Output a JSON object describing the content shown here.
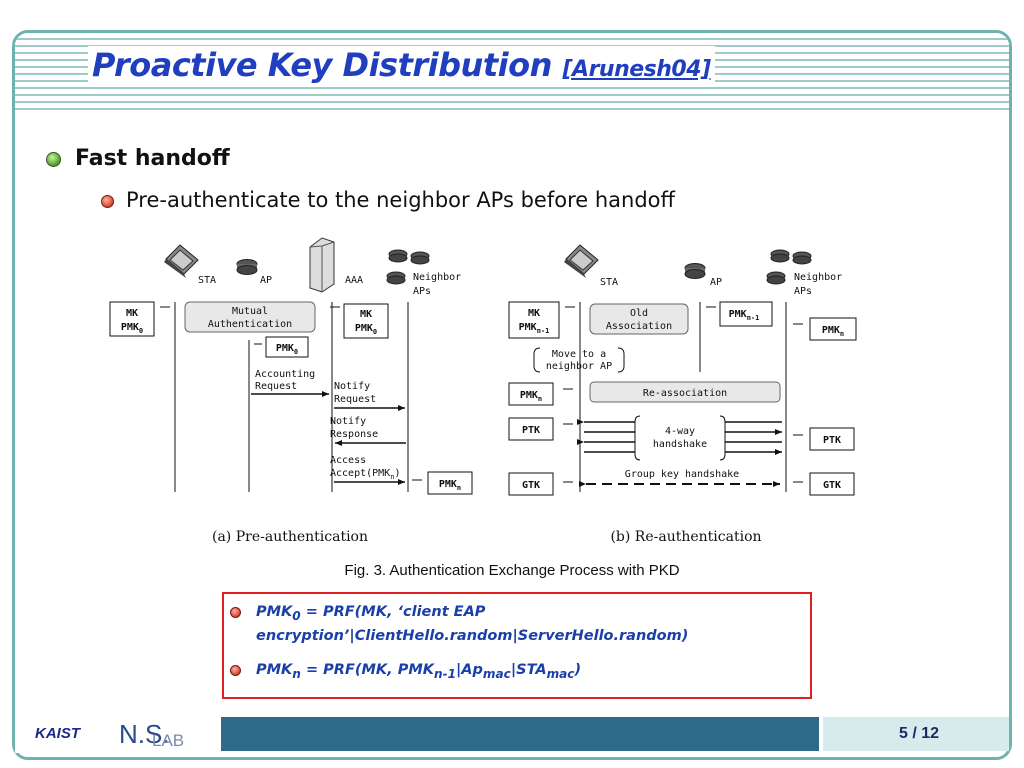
{
  "title": {
    "main": "Proactive Key Distribution",
    "cite": "[Arunesh04]"
  },
  "bullets": {
    "level1": "Fast handoff",
    "level2": "Pre-authenticate to the neighbor APs before handoff"
  },
  "diagram_a": {
    "entities": {
      "sta": "STA",
      "ap": "AP",
      "aaa": "AAA",
      "neighbor_1": "Neighbor",
      "neighbor_2": "APs"
    },
    "sta_keys": {
      "mk": "MK",
      "pmk": "PMK",
      "pmk_sub": "0"
    },
    "mutual_1": "Mutual",
    "mutual_2": "Authentication",
    "aaa_keys": {
      "mk": "MK",
      "pmk": "PMK",
      "pmk_sub": "0"
    },
    "ap_pmk": {
      "t": "PMK",
      "s": "0"
    },
    "acct_1": "Accounting",
    "acct_2": "Request",
    "notify_req_1": "Notify",
    "notify_req_2": "Request",
    "notify_resp_1": "Notify",
    "notify_resp_2": "Response",
    "access_1": "Access",
    "access_2": "Accept(PMK",
    "access_sub": "n",
    "access_close": ")",
    "nb_pmk": {
      "t": "PMK",
      "s": "n"
    },
    "caption": "(a) Pre-authentication"
  },
  "diagram_b": {
    "entities": {
      "sta": "STA",
      "ap": "AP",
      "neighbor_1": "Neighbor",
      "neighbor_2": "APs"
    },
    "sta_keys": {
      "mk": "MK",
      "pmk": "PMK",
      "pmk_sub": "n-1"
    },
    "old_1": "Old",
    "old_2": "Association",
    "ap_pmk": {
      "t": "PMK",
      "s": "n-1"
    },
    "nb_pmk": {
      "t": "PMK",
      "s": "n"
    },
    "move_1": "Move to a",
    "move_2": "neighbor AP",
    "sta_pmkn": {
      "t": "PMK",
      "s": "n"
    },
    "reassoc": "Re-association",
    "ptk": "PTK",
    "handshake_1": "4-way",
    "handshake_2": "handshake",
    "nb_ptk": "PTK",
    "gtk": "GTK",
    "group": "Group key handshake",
    "nb_gtk": "GTK",
    "caption": "(b) Re-authentication"
  },
  "figure_caption": "Fig. 3. Authentication Exchange Process with PKD",
  "formulas": {
    "f1": {
      "a": "PMK",
      "a_sub": "0",
      "b": " = PRF(MK, ‘client EAP",
      "c": "encryption’|ClientHello.random|ServerHello.random)"
    },
    "f2": {
      "a": "PMK",
      "a_sub": "n",
      "b": " = PRF(MK, PMK",
      "b_sub": "n-1",
      "c": "|Ap",
      "c_sub": "mac",
      "d": "|STA",
      "d_sub": "mac",
      "e": ")"
    }
  },
  "footer": {
    "kaist": "KAIST",
    "ns": "N.S.",
    "lab": "LAB",
    "page": "5 / 12"
  },
  "colors": {
    "title": "#1f3fbf",
    "frame": "#6fb3ae",
    "footer_bar": "#2e6b8a",
    "formula_text": "#1a3fa8",
    "formula_border": "#e02020"
  }
}
